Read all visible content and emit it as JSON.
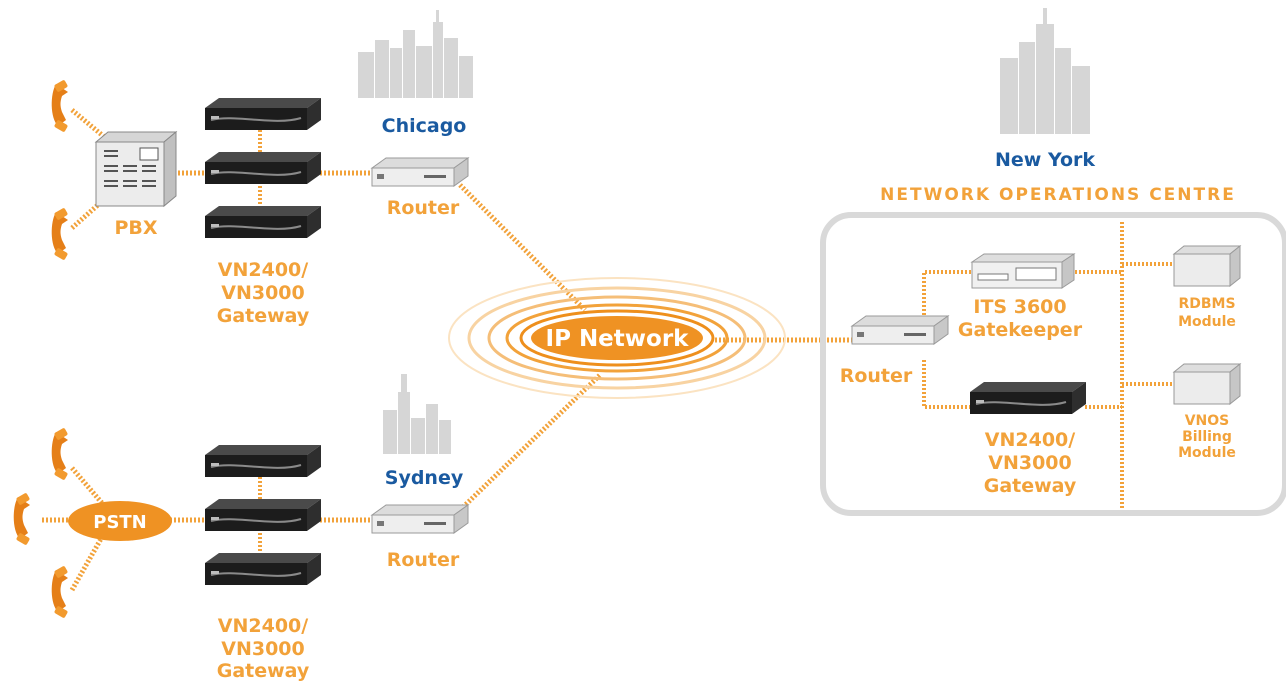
{
  "colors": {
    "accent": "#f2a23a",
    "city_label": "#1a5aa0",
    "skyline": "#d4d4d4",
    "noc_border": "#d9d9d9"
  },
  "sites": {
    "chicago": {
      "city": "Chicago",
      "router_label": "Router",
      "pbx_label": "PBX",
      "gateway_label": [
        "VN2400/",
        "VN3000",
        "Gateway"
      ]
    },
    "sydney": {
      "city": "Sydney",
      "router_label": "Router",
      "pstn_label": "PSTN",
      "gateway_label": [
        "VN2400/",
        "VN3000",
        "Gateway"
      ]
    },
    "new_york": {
      "city": "New York",
      "noc_title": "NETWORK OPERATIONS CENTRE",
      "router_label": "Router",
      "gatekeeper_label": [
        "ITS 3600",
        "Gatekeeper"
      ],
      "gateway_label": [
        "VN2400/",
        "VN3000",
        "Gateway"
      ],
      "rdbms_label": [
        "RDBMS",
        "Module"
      ],
      "billing_label": [
        "VNOS",
        "Billing",
        "Module"
      ]
    }
  },
  "core": {
    "label": "IP Network"
  },
  "icons": [
    "telephone-icon",
    "pbx-icon",
    "gateway-icon",
    "router-icon",
    "skyline-icon",
    "gatekeeper-icon",
    "module-box-icon"
  ]
}
